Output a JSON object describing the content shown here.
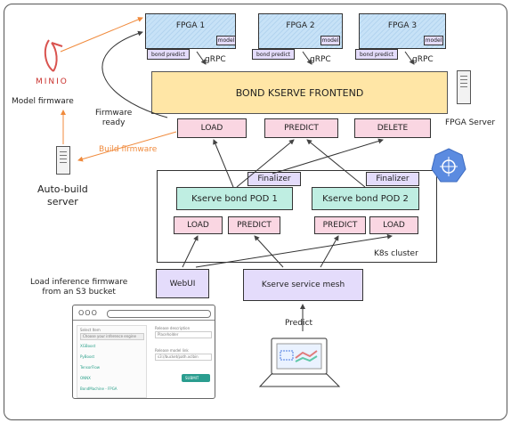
{
  "fpga_nodes": [
    {
      "title": "FPGA 1",
      "model": "model",
      "bond_predict": "bond predict",
      "grpc": "gRPC"
    },
    {
      "title": "FPGA 2",
      "model": "model",
      "bond_predict": "bond predict",
      "grpc": "gRPC"
    },
    {
      "title": "FPGA 3",
      "model": "model",
      "bond_predict": "bond predict",
      "grpc": "gRPC"
    }
  ],
  "minio": {
    "logo_text": "MINIO",
    "caption": "Model firmware"
  },
  "firmware_ready": "Firmware\nready",
  "build_firmware": "Build firmware",
  "autobuild": "Auto-build\nserver",
  "frontend": {
    "title": "BOND KSERVE FRONTEND",
    "load": "LOAD",
    "predict": "PREDICT",
    "delete": "DELETE"
  },
  "fpga_server": "FPGA Server",
  "cluster": {
    "label": "K8s cluster",
    "pod1": {
      "title": "Kserve bond POD 1",
      "finalizer": "Finalizer",
      "load": "LOAD",
      "predict": "PREDICT"
    },
    "pod2": {
      "title": "Kserve bond POD 2",
      "finalizer": "Finalizer",
      "predict": "PREDICT",
      "load": "LOAD"
    }
  },
  "webui": "WebUI",
  "service_mesh": "Kserve service mesh",
  "load_note": "Load inference firmware\nfrom an S3 bucket",
  "predict_label": "Predict",
  "ui_mock": {
    "logo": "OOO",
    "field1_label": "Select Item",
    "field1_placeholder": "Choose your inference engine",
    "field2_label": "Release description",
    "field2_placeholder": "Placeholder",
    "field3_label": "Release model link",
    "field3_placeholder": "s3://bucket/path.xclbin",
    "options": [
      "XGBoost",
      "PyBoost",
      "TensorFlow",
      "ONNX",
      "BondMachine - FPGA"
    ],
    "submit": "SUBMIT"
  },
  "colors": {
    "fpga_blue": "#c7e2f7",
    "purple": "#e4dcfb",
    "pink": "#fad6e2",
    "teal": "#bfeee2",
    "yellow": "#ffe6a6",
    "orange": "#f08a3c",
    "k8s_blue": "#5b8be0"
  },
  "icons": [
    "minio-bird-icon",
    "server-icon",
    "kubernetes-icon",
    "laptop-icon"
  ]
}
